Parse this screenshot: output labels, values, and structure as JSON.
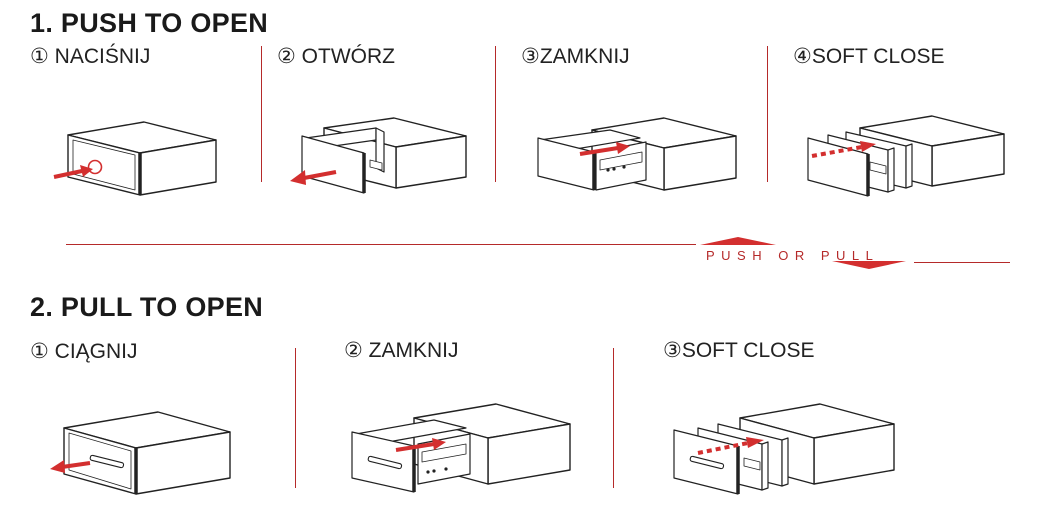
{
  "colors": {
    "accent": "#d32f2f",
    "divider": "#b52a2a",
    "text": "#1a1a1a"
  },
  "section1": {
    "title": "1. PUSH TO OPEN",
    "steps": [
      {
        "label": "① NACIŚNIJ"
      },
      {
        "label": "② OTWÓRZ"
      },
      {
        "label": "③ZAMKNIJ"
      },
      {
        "label": "④SOFT CLOSE"
      }
    ]
  },
  "separator": {
    "push": "PUSH",
    "or": "OR",
    "pull": "PULL"
  },
  "section2": {
    "title": "2. PULL TO OPEN",
    "steps": [
      {
        "label": "① CIĄGNIJ"
      },
      {
        "label": "② ZAMKNIJ"
      },
      {
        "label": "③SOFT CLOSE"
      }
    ]
  }
}
